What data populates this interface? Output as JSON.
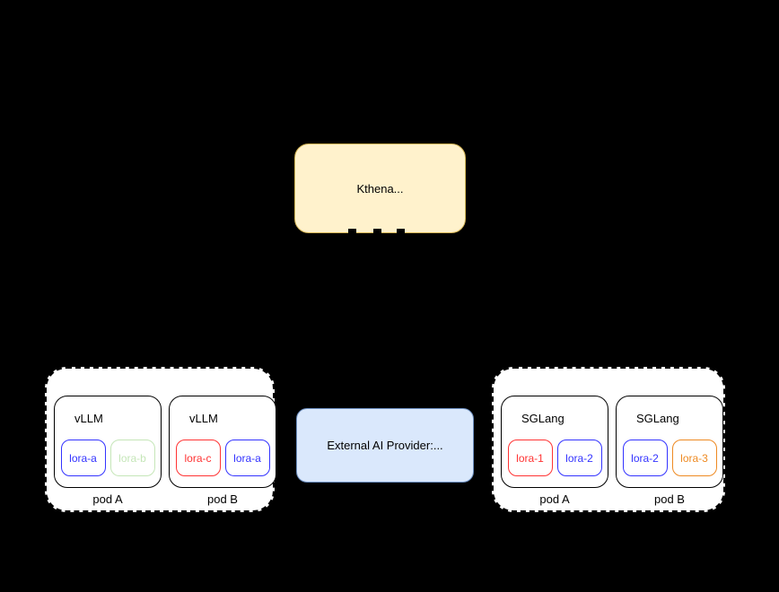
{
  "diagram": {
    "background": "#000000",
    "kthena": {
      "label": "Kthena...",
      "fill": "#fff2cc",
      "border": "#d6b656",
      "text_color": "#000000"
    },
    "external_provider": {
      "label": "External AI Provider:...",
      "fill": "#dae8fc",
      "border": "#6c8ebf",
      "text_color": "#000000"
    },
    "groups": [
      {
        "id": "vllm-cluster",
        "fill": "#ffffff",
        "border_style": "dashed",
        "pods": [
          {
            "engine": "vLLM",
            "pod_label": "pod A",
            "adapters": [
              {
                "label": "lora-a",
                "color": "#3333ff"
              },
              {
                "label": "lora-b",
                "color": "#c5e6b8"
              }
            ]
          },
          {
            "engine": "vLLM",
            "pod_label": "pod B",
            "adapters": [
              {
                "label": "lora-c",
                "color": "#ff3333"
              },
              {
                "label": "lora-a",
                "color": "#3333ff"
              }
            ]
          }
        ]
      },
      {
        "id": "sglang-cluster",
        "fill": "#ffffff",
        "border_style": "dashed",
        "pods": [
          {
            "engine": "SGLang",
            "pod_label": "pod A",
            "adapters": [
              {
                "label": "lora-1",
                "color": "#ff3333"
              },
              {
                "label": "lora-2",
                "color": "#3333ff"
              }
            ]
          },
          {
            "engine": "SGLang",
            "pod_label": "pod B",
            "adapters": [
              {
                "label": "lora-2",
                "color": "#3333ff"
              },
              {
                "label": "lora-3",
                "color": "#ee8a22"
              }
            ]
          }
        ]
      }
    ]
  }
}
